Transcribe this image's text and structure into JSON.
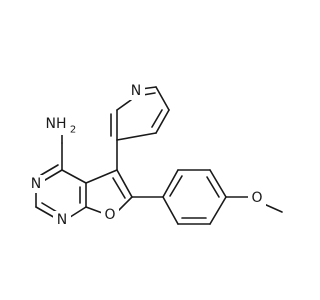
{
  "atoms": {
    "amine": "NH",
    "amine_h_count": "2",
    "pyrimidine_n1": "N",
    "pyrimidine_n2": "N",
    "pyridine_n": "N",
    "furan_o": "O",
    "methoxy_o": "O"
  },
  "colors": {
    "bond": "#1a1a1a",
    "background": "#ffffff"
  }
}
